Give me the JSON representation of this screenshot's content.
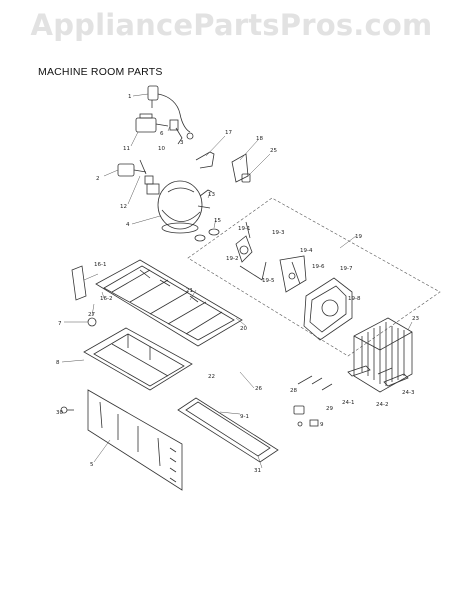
{
  "watermark": "AppliancePartsPros.com",
  "title": "MACHINE ROOM PARTS",
  "callout_labels": {
    "cord": "1",
    "overload": "6",
    "relay": "3",
    "r11": "11",
    "r10": "10",
    "capacitor": "2",
    "r12": "12",
    "compressor": "4",
    "r13": "13",
    "r15": "15",
    "bracket17": "17",
    "bracket18": "18",
    "pipe25": "25",
    "fanAssy": "19",
    "base": "21",
    "cover": "8",
    "rubber": "7",
    "p16a": "16-1",
    "p16b": "16-2",
    "screw27": "27",
    "panel": "5",
    "screw30": "30",
    "clip22": "22",
    "s26": "26",
    "s20": "20",
    "s19a": "19-1",
    "s19b": "19-2",
    "s19c": "19-3",
    "s19d": "19-4",
    "s19e": "19-5",
    "s19f": "19-6",
    "s19g": "19-7",
    "s19h": "19-8",
    "condenser": "23",
    "s24a": "24-1",
    "s24b": "24-2",
    "s24c": "24-3",
    "s28": "28",
    "s29": "29",
    "s9": "9",
    "s9b": "9-1",
    "s31": "31"
  }
}
